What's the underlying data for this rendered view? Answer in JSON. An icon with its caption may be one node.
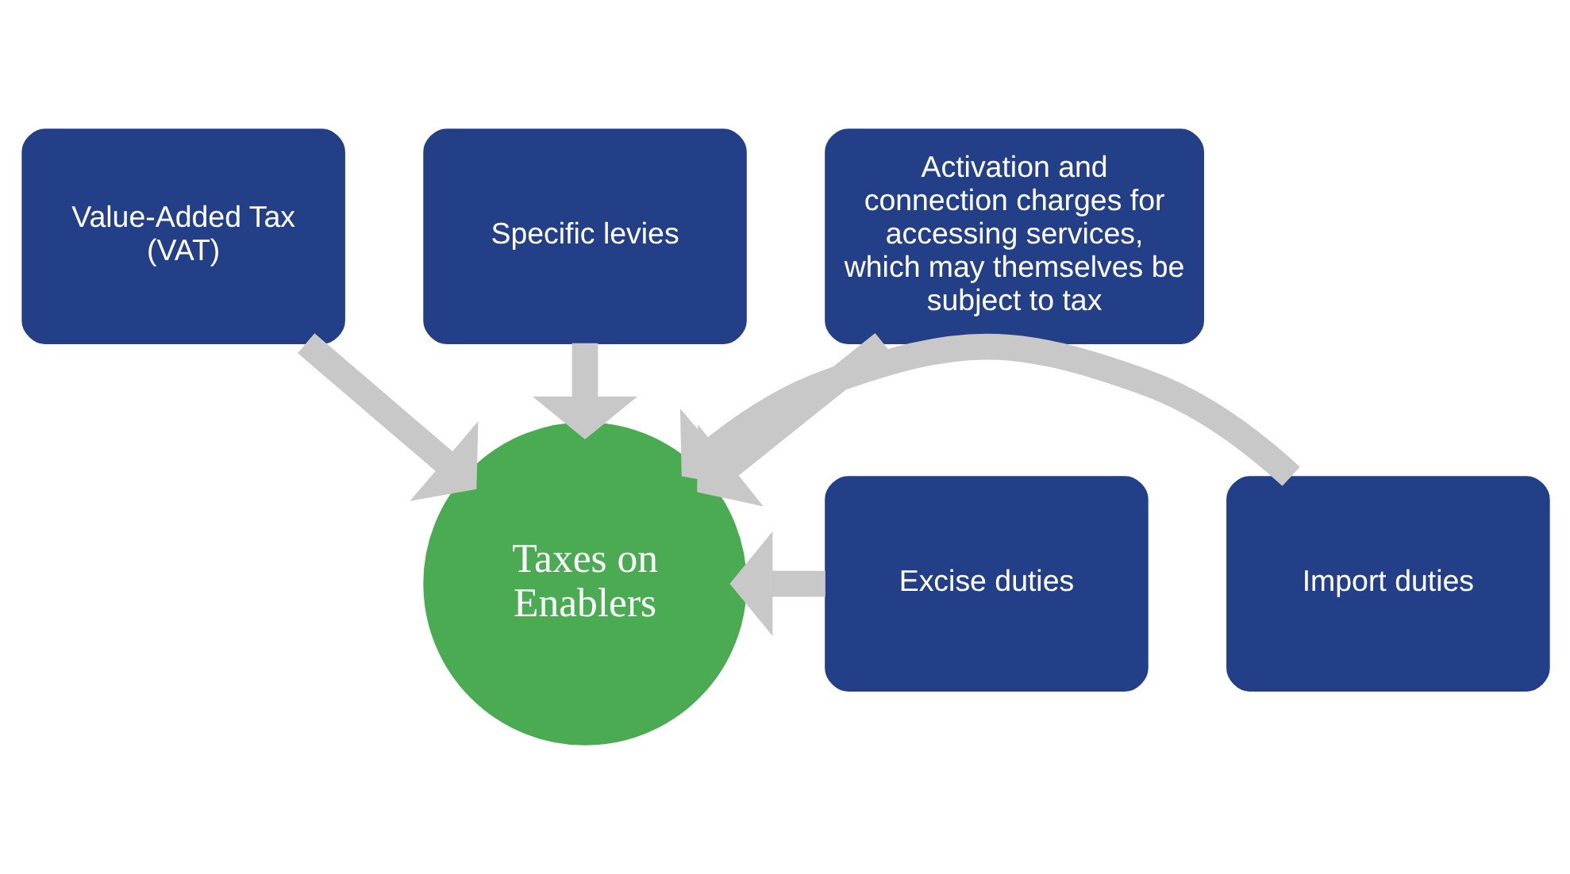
{
  "diagram": {
    "nodes": [
      {
        "text": [
          "Specific levies"
        ]
      },
      {
        "text": [
          "Value-Added Tax (VAT)"
        ]
      },
      {
        "text": [
          "Activation and connection charges for accessing services, which may themselves be subject to tax"
        ]
      },
      {
        "text": [
          "Excise duties"
        ]
      },
      {
        "text": [
          "Taxes on Enablers"
        ]
      },
      {
        "text": [
          "Import duties"
        ]
      }
    ],
    "edges": [
      {
        "from": 0,
        "to": 4,
        "arrow": "to"
      },
      {
        "from": 1,
        "to": 4,
        "arrow": "to"
      },
      {
        "from": 2,
        "to": 4,
        "arrow": "to"
      },
      {
        "from": 3,
        "to": 4,
        "arrow": "to"
      },
      {
        "from": 5,
        "to": 4,
        "arrow": "to"
      }
    ]
  }
}
